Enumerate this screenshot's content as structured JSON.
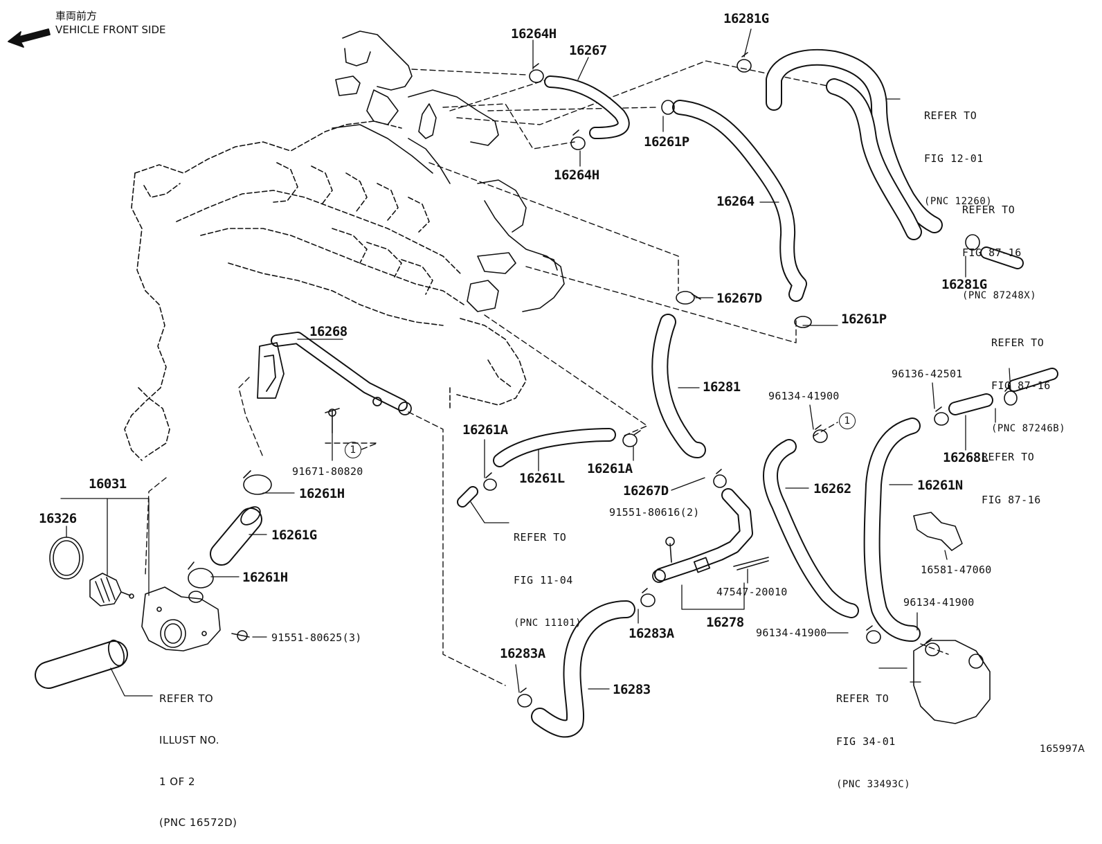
{
  "header": {
    "line1": "車両前方",
    "line2": "VEHICLE FRONT SIDE"
  },
  "footer": {
    "illustration_id": "165997A"
  },
  "callout_marker": "1",
  "labels": {
    "p16264H_top": "16264H",
    "p16267": "16267",
    "p16281G_top": "16281G",
    "p16261P_top": "16261P",
    "p16264H_bot": "16264H",
    "p16264": "16264",
    "p16281G_right": "16281G",
    "p16267D_top": "16267D",
    "p16261P_mid": "16261P",
    "p16268": "16268",
    "p16281": "16281",
    "p96134_41900_a": "96134-41900",
    "p96136_42501": "96136-42501",
    "p16261A_left": "16261A",
    "p16261A_right": "16261A",
    "p16261L": "16261L",
    "p16268L": "16268L",
    "p91671_80820": "91671-80820",
    "p16031": "16031",
    "p16326": "16326",
    "p16261H_a": "16261H",
    "p16267D_low": "16267D",
    "p16262": "16262",
    "p16261N": "16261N",
    "p91551_80616": "91551-80616(2)",
    "p16261G": "16261G",
    "p16261H_b": "16261H",
    "p16581_47060": "16581-47060",
    "p47547_20010": "47547-20010",
    "p96134_41900_b": "96134-41900",
    "p91551_80625": "91551-80625(3)",
    "p16278": "16278",
    "p96134_41900_c": "96134-41900",
    "p16283A_mid": "16283A",
    "p16283A_left": "16283A",
    "p16283": "16283"
  },
  "references": {
    "fig12_01": {
      "l1": "REFER TO",
      "l2": "FIG 12-01",
      "l3": "(PNC 12260)"
    },
    "fig87_16_a": {
      "l1": "REFER TO",
      "l2": "FIG 87-16",
      "l3": "(PNC 87248X)"
    },
    "fig87_16_b": {
      "l1": "REFER TO",
      "l2": "FIG 87-16",
      "l3": "(PNC 87246B)"
    },
    "fig87_16_c": {
      "l1": "REFER TO",
      "l2": "FIG 87-16"
    },
    "fig11_04": {
      "l1": "REFER TO",
      "l2": "FIG 11-04",
      "l3": "(PNC 11101)"
    },
    "fig34_01": {
      "l1": "REFER TO",
      "l2": "FIG 34-01",
      "l3": "(PNC 33493C)"
    },
    "illust": {
      "l1": "REFER TO",
      "l2": "ILLUST NO.",
      "l3": "1 OF 2",
      "l4": "(PNC 16572D)"
    }
  }
}
